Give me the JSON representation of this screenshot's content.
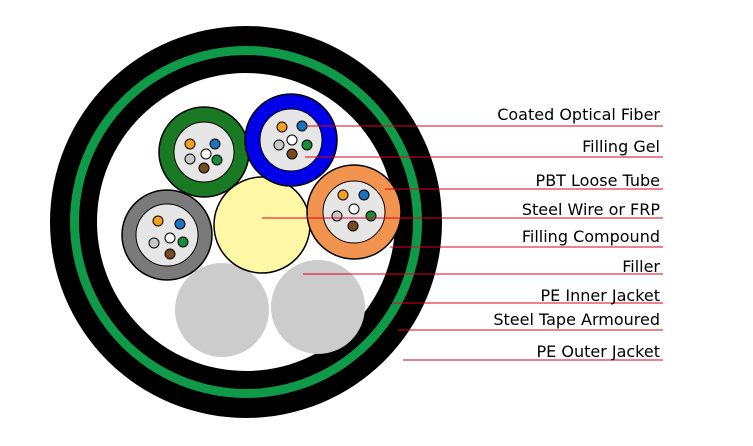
{
  "labels": [
    "Coated Optical Fiber",
    "Filling Gel",
    "PBT Loose Tube",
    "Steel Wire or FRP",
    "Filling Compound",
    "Filler",
    "PE Inner Jacket",
    "Steel Tape Armoured",
    "PE Outer Jacket"
  ],
  "colors": {
    "outer_jacket": "#000000",
    "armour": "#0e9a48",
    "filling_compound": "#ffffff",
    "leader_line": "#e3001b",
    "central_member": "#fdf7a6",
    "filler": "#cccccc",
    "tube_blue": "#0000e8",
    "tube_green": "#1a7a23",
    "tube_orange": "#f2944f",
    "tube_grey": "#7a7a7a",
    "gel": "#e6e6e6",
    "fiber_colors": [
      "#f4a11d",
      "#1e73be",
      "#ffffff",
      "#c9c9c9",
      "#7a4a1e",
      "#1a8a3c"
    ]
  }
}
